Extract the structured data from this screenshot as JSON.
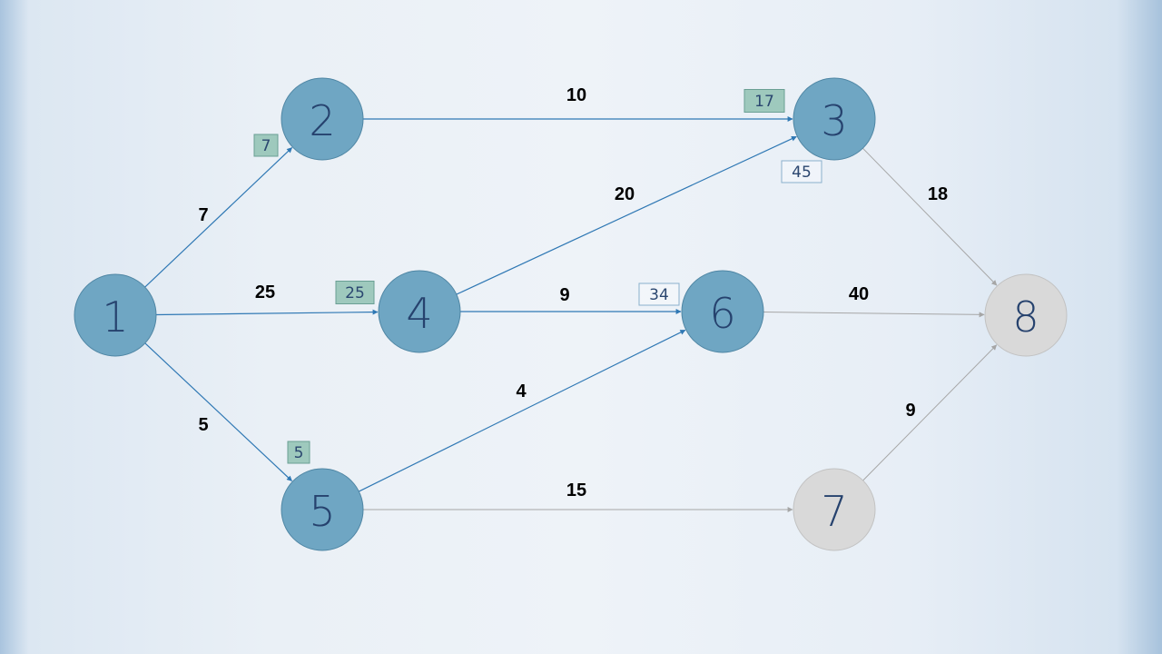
{
  "colors": {
    "node_active": "#6fa6c3",
    "node_active_stroke": "#4f86a4",
    "node_inactive": "#d9d9d9",
    "node_inactive_stroke": "#c2c2c2",
    "edge_active": "#2f78b4",
    "edge_inactive": "#a6a6a6",
    "box_filled": "#9ec9bd",
    "box_filled_stroke": "#6a9f94",
    "box_outline_stroke": "#8ab0cc",
    "node_text": "#26426e"
  },
  "nodes": [
    {
      "id": "1",
      "label": "1",
      "state": "active"
    },
    {
      "id": "2",
      "label": "2",
      "state": "active"
    },
    {
      "id": "3",
      "label": "3",
      "state": "active"
    },
    {
      "id": "4",
      "label": "4",
      "state": "active"
    },
    {
      "id": "5",
      "label": "5",
      "state": "active"
    },
    {
      "id": "6",
      "label": "6",
      "state": "active"
    },
    {
      "id": "7",
      "label": "7",
      "state": "inactive"
    },
    {
      "id": "8",
      "label": "8",
      "state": "inactive"
    }
  ],
  "edges": [
    {
      "from": "1",
      "to": "2",
      "weight": "7",
      "state": "active"
    },
    {
      "from": "1",
      "to": "4",
      "weight": "25",
      "state": "active"
    },
    {
      "from": "1",
      "to": "5",
      "weight": "5",
      "state": "active"
    },
    {
      "from": "2",
      "to": "3",
      "weight": "10",
      "state": "active"
    },
    {
      "from": "4",
      "to": "3",
      "weight": "20",
      "state": "active"
    },
    {
      "from": "4",
      "to": "6",
      "weight": "9",
      "state": "active"
    },
    {
      "from": "5",
      "to": "6",
      "weight": "4",
      "state": "active"
    },
    {
      "from": "5",
      "to": "7",
      "weight": "15",
      "state": "inactive"
    },
    {
      "from": "3",
      "to": "8",
      "weight": "18",
      "state": "inactive"
    },
    {
      "from": "6",
      "to": "8",
      "weight": "40",
      "state": "inactive"
    },
    {
      "from": "7",
      "to": "8",
      "weight": "9",
      "state": "inactive"
    }
  ],
  "distance_boxes": [
    {
      "node": "2",
      "value": "7",
      "style": "filled"
    },
    {
      "node": "3",
      "value": "17",
      "style": "filled"
    },
    {
      "node": "3",
      "value": "45",
      "style": "outline"
    },
    {
      "node": "4",
      "value": "25",
      "style": "filled"
    },
    {
      "node": "5",
      "value": "5",
      "style": "filled"
    },
    {
      "node": "6",
      "value": "34",
      "style": "outline"
    }
  ]
}
